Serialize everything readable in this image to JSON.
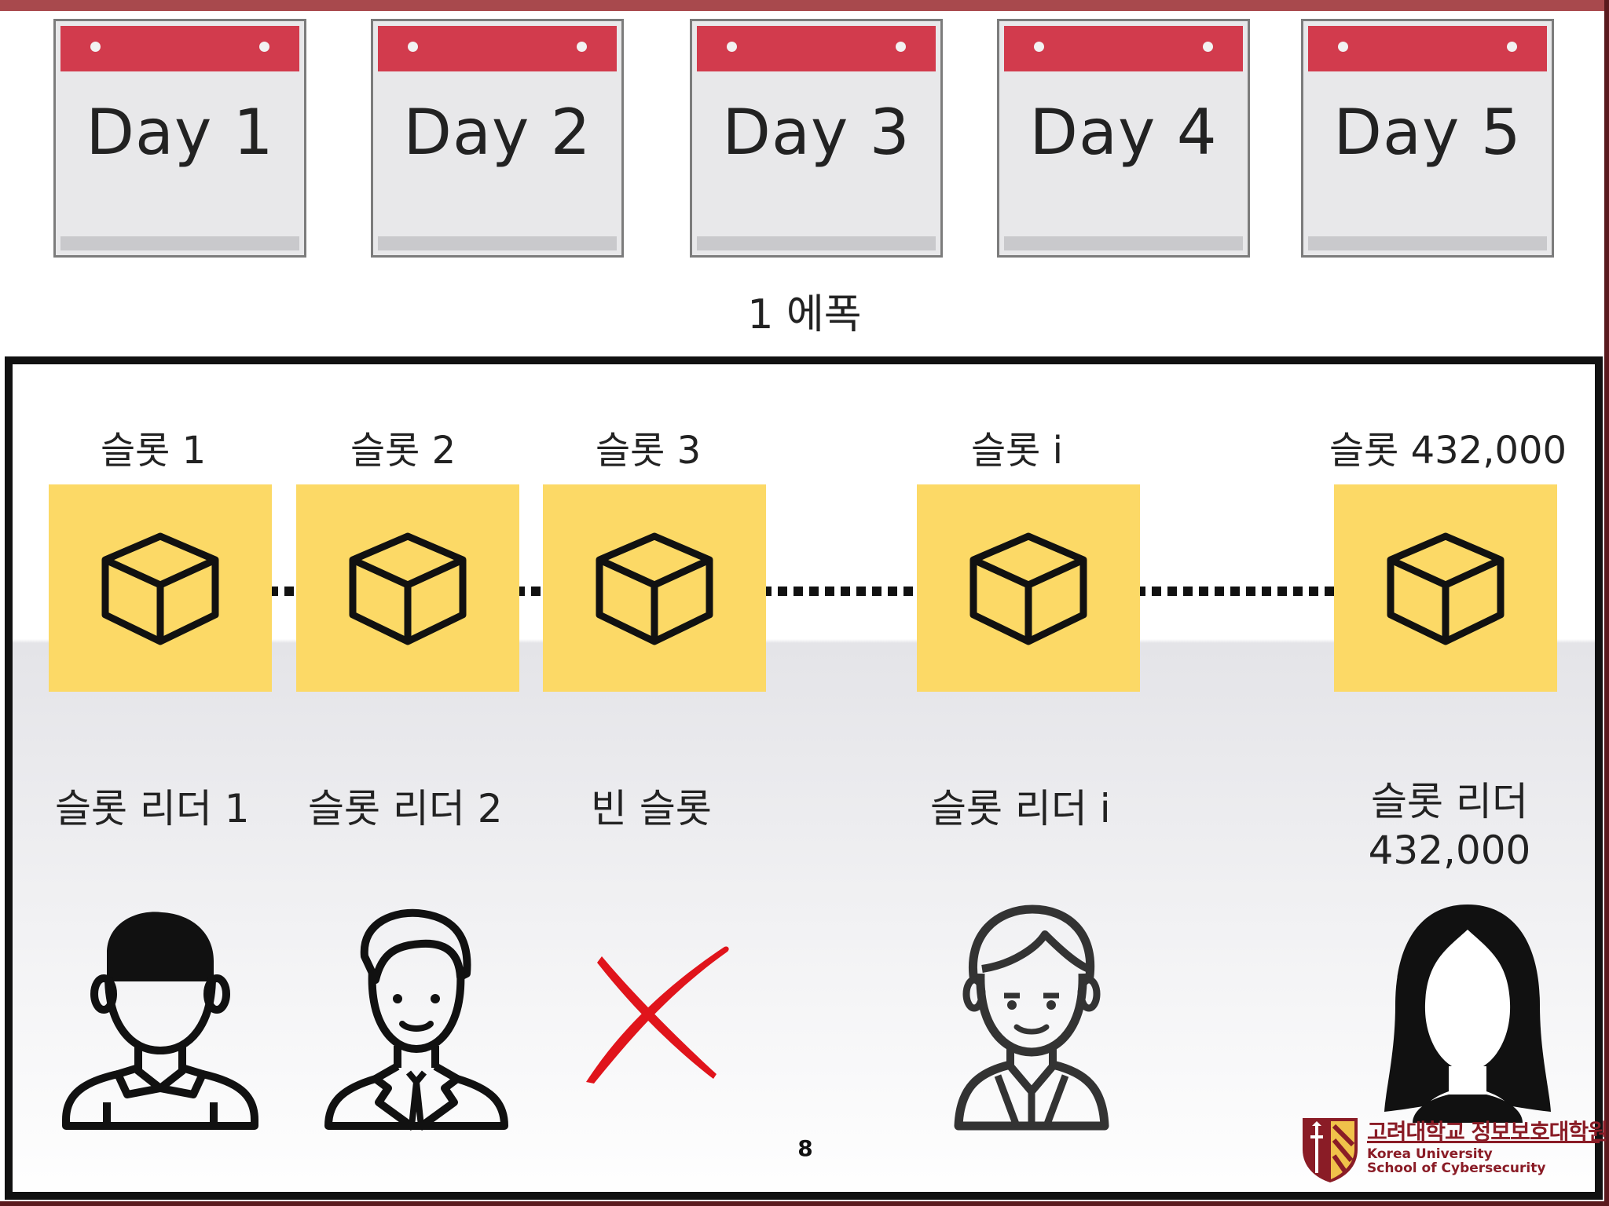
{
  "calendar": [
    {
      "label": "Day 1"
    },
    {
      "label": "Day 2"
    },
    {
      "label": "Day 3"
    },
    {
      "label": "Day 4"
    },
    {
      "label": "Day 5"
    }
  ],
  "epoch_label": "1 에폭",
  "slots": [
    {
      "label": "슬롯 1",
      "leader": "슬롯 리더 1",
      "leader_icon": "man-short-hair-icon"
    },
    {
      "label": "슬롯 2",
      "leader": "슬롯 리더 2",
      "leader_icon": "man-suit-icon"
    },
    {
      "label": "슬롯 3",
      "leader": "빈 슬롯",
      "leader_icon": "red-x-icon"
    },
    {
      "label": "슬롯 i",
      "leader": "슬롯 리더 i",
      "leader_icon": "man-vest-icon"
    },
    {
      "label": "슬롯 432,000",
      "leader_line1": "슬롯 리더",
      "leader_line2": "432,000",
      "leader_icon": "woman-long-hair-icon"
    }
  ],
  "page_number": "8",
  "logo": {
    "korean": "고려대학교 정보보호대학원",
    "english_line1": "Korea University",
    "english_line2": "School of Cybersecurity"
  },
  "colors": {
    "calendar_header": "#d23b4d",
    "block": "#fcd966",
    "empty_slot_x": "#e0141b",
    "brand": "#8a1c26"
  }
}
